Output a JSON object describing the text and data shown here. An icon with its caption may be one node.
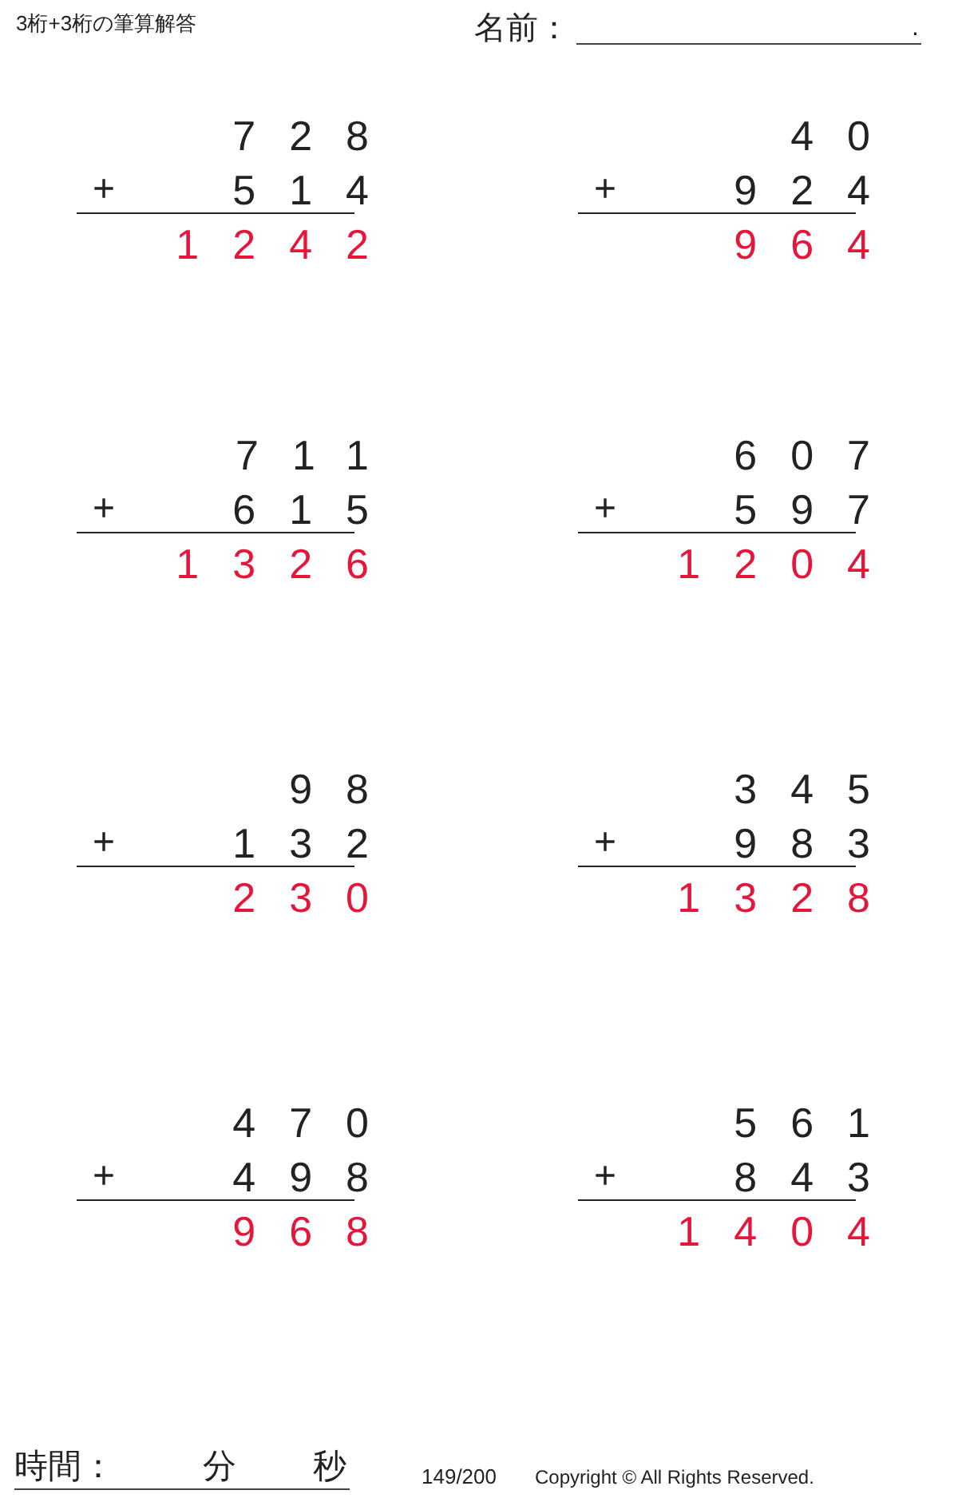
{
  "diagram": {
    "title": "3桁+3桁の筆算解答",
    "labels": [
      "名前：",
      ".",
      "728",
      "+",
      "514",
      "1242",
      "40",
      "+",
      "924",
      "964",
      "711",
      "+",
      "615",
      "1326",
      "607",
      "+",
      "597",
      "1204",
      "98",
      "+",
      "132",
      "230",
      "345",
      "+",
      "983",
      "1328",
      "470",
      "+",
      "498",
      "968",
      "561",
      "+",
      "843",
      "1404",
      "時間：",
      "分",
      "秒",
      "149/200",
      "Copyright © All Rights Reserved."
    ]
  }
}
